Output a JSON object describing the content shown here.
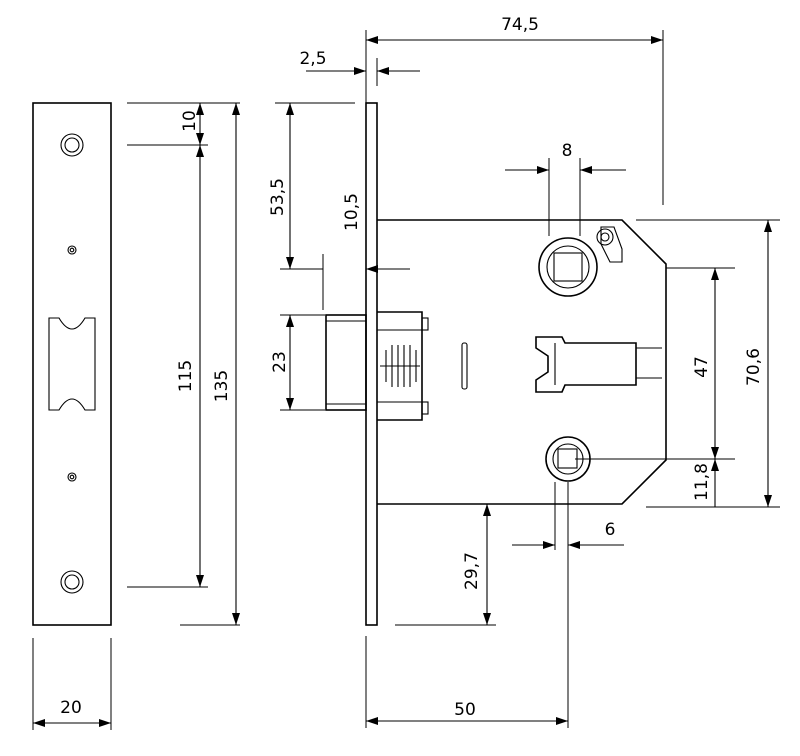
{
  "dimensions": {
    "d74_5": "74,5",
    "d2_5": "2,5",
    "d8": "8",
    "d10": "10",
    "d53_5": "53,5",
    "d10_5": "10,5",
    "d23": "23",
    "d115": "115",
    "d135": "135",
    "d47": "47",
    "d70_6": "70,6",
    "d11_8": "11,8",
    "d6": "6",
    "d29_7": "29,7",
    "d50": "50",
    "d20": "20"
  }
}
